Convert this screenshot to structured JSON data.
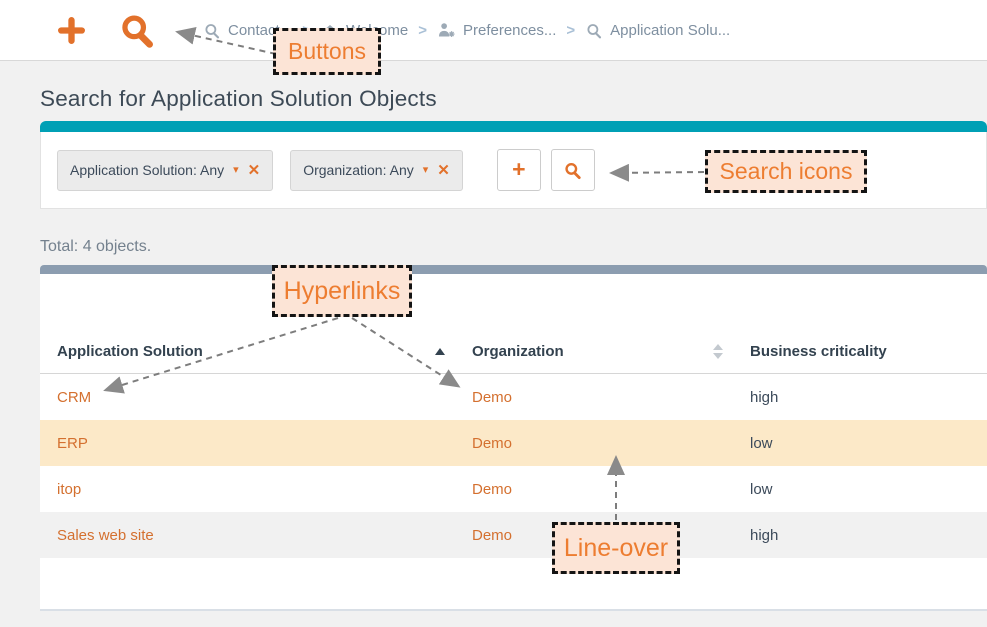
{
  "toolbar": {
    "plus_icon": "plus",
    "search_icon": "magnifier"
  },
  "breadcrumb": {
    "separator": ">",
    "items": [
      {
        "icon": "search-icon",
        "label": "Contact..."
      },
      {
        "icon": "home-icon",
        "label": "Welcome"
      },
      {
        "icon": "user-gear-icon",
        "label": "Preferences..."
      },
      {
        "icon": "search-icon",
        "label": "Application Solu..."
      }
    ]
  },
  "page": {
    "title": "Search for Application Solution Objects"
  },
  "search_panel": {
    "filters": [
      {
        "label": "Application Solution: Any",
        "caret": "▾",
        "close": "✕"
      },
      {
        "label": "Organization: Any",
        "caret": "▾",
        "close": "✕"
      }
    ],
    "add_button_label": "+",
    "search_button_icon": "magnifier"
  },
  "results": {
    "total_text": "Total: 4 objects."
  },
  "table": {
    "columns": [
      {
        "label": "Application Solution",
        "sort": "asc"
      },
      {
        "label": "Organization",
        "sort": "unsorted"
      },
      {
        "label": "Business criticality",
        "sort": "none"
      }
    ],
    "rows": [
      {
        "application_solution": "CRM",
        "organization": "Demo",
        "business_criticality": "high",
        "state": "default"
      },
      {
        "application_solution": "ERP",
        "organization": "Demo",
        "business_criticality": "low",
        "state": "line-over"
      },
      {
        "application_solution": "itop",
        "organization": "Demo",
        "business_criticality": "low",
        "state": "default"
      },
      {
        "application_solution": "Sales web site",
        "organization": "Demo",
        "business_criticality": "high",
        "state": "alternate"
      }
    ]
  },
  "annotations": [
    {
      "label": "Buttons"
    },
    {
      "label": "Search icons"
    },
    {
      "label": "Hyperlinks"
    },
    {
      "label": "Line-over"
    }
  ],
  "colors": {
    "accent_orange": "#e2712b",
    "link_orange": "#d4702f",
    "teal_bar": "#00a0b5",
    "table_top_bar": "#8c9db0",
    "line_over_row": "#fce9c8",
    "alternate_row": "#f1f1f1",
    "annotation_bg": "#fce4d6",
    "annotation_text": "#ed7d31",
    "text_dark": "#33424f",
    "text_muted": "#74818e"
  }
}
